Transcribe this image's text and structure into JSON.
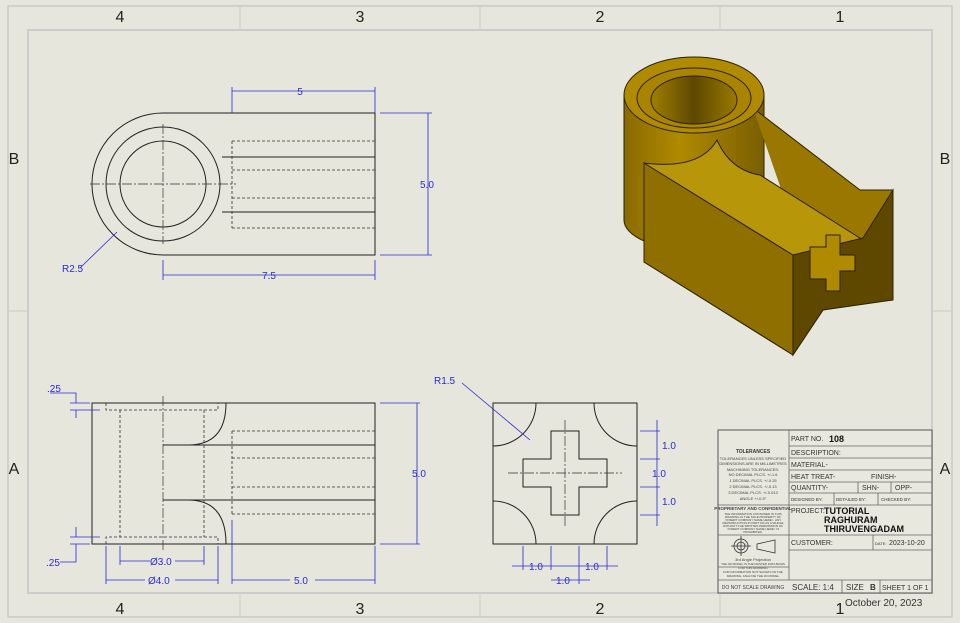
{
  "zones": {
    "cols": [
      "4",
      "3",
      "2",
      "1"
    ],
    "rows": [
      "B",
      "A"
    ]
  },
  "top_view": {
    "dim_length": "5",
    "dim_height": "5.0",
    "dim_total": "7.5",
    "radius": "R2.5"
  },
  "front_view": {
    "dim_top": ".25",
    "dim_bottom": ".25",
    "dim_height": "5.0",
    "dia_inner": "Ø3.0",
    "dia_outer": "Ø4.0",
    "dim_length": "5.0"
  },
  "side_view": {
    "radius": "R1.5",
    "dims_v": [
      "1.0",
      "1.0",
      "1.0"
    ],
    "dims_h": [
      "1.0",
      "1.0",
      "1.0"
    ]
  },
  "model_color": "#b08a00",
  "title_block": {
    "tolerances_title": "TOLERANCES",
    "tolerances_lines": [
      "TOLERANCES UNLESS SPECIFIED",
      "DIMENSIONS ARE IN MILLIMETRES",
      "MACHINING TOLERANCES:",
      "NO DECIMAL PLCS. +/-1.6",
      "1 DECIMAL PLCS. +/-0.25",
      "2 DECIMAL PLCS. +/-0.13",
      "3 DECIMAL PLCS. +/-0.013",
      "ANGLE +/-0.5°"
    ],
    "proprietary_title": "PROPRIETARY AND CONFIDENTIAL",
    "proprietary_lines": [
      "THE INFORMATION CONTAINED IN THIS",
      "DRAWING IS THE SOLE PROPERTY OF",
      "<INSERT COMPANY NAME HERE>. ANY",
      "REPRODUCTION IN PART OR AS A WHOLE",
      "WITHOUT THE WRITTEN PERMISSION OF",
      "<INSERT COMPANY NAME HERE> IS",
      "PROHIBITED."
    ],
    "projection": "3rd Angle Projection",
    "model_notes": [
      "THE 3D MODEL IS THE MASTER DATA BASIS",
      "FOR THIS DRAWING",
      "FOR INFORMATION NOT SHOWN ON THE",
      "DRAWING, ANALYZE THE 3D MODEL"
    ],
    "do_not_scale": "DO NOT SCALE DRAWING",
    "part_no_label": "PART NO.",
    "part_no": "108",
    "description": "DESCRIPTION:",
    "material": "MATERIAL-",
    "heat_treat": "HEAT TREAT-",
    "finish": "FINISH-",
    "quantity": "QUANTITY-",
    "shn": "SHN-",
    "opp": "OPP-",
    "designed_by": "DESIGNED BY:",
    "detailed_by": "DETAILED BY:",
    "checked_by": "CHECKED BY:",
    "project_label": "PROJECT:",
    "project": [
      "TUTORIAL",
      "RAGHURAM",
      "THIRUVENGADAM"
    ],
    "customer": "CUSTOMER:",
    "date_label": "DATE:",
    "date": "2023-10-20",
    "scale": "SCALE: 1:4",
    "size_label": "SIZE",
    "size": "B",
    "sheet": "SHEET 1 OF 1"
  },
  "footer_date": "October 20, 2023"
}
